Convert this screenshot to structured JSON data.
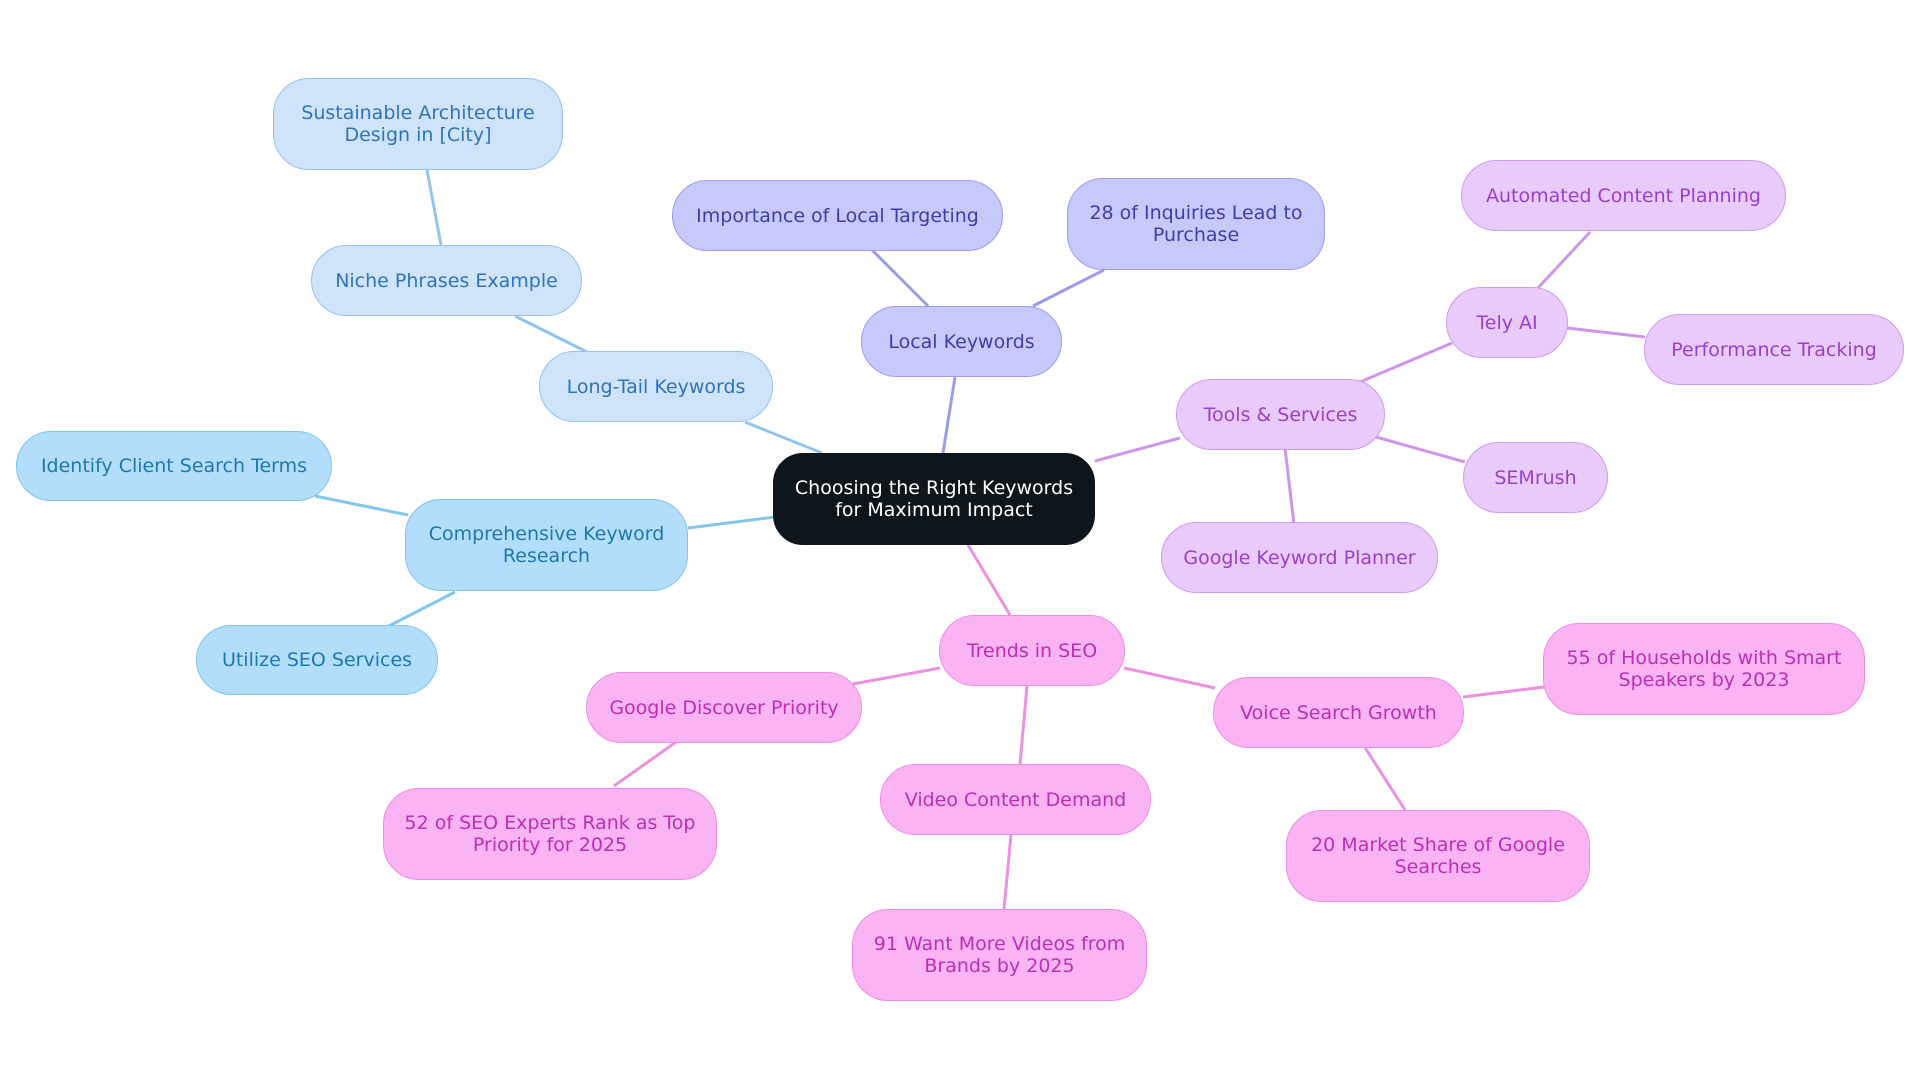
{
  "root": {
    "label": "Choosing the Right Keywords for Maximum Impact"
  },
  "branches": {
    "research": {
      "label": "Comprehensive Keyword Research",
      "children": [
        "Identify Client Search Terms",
        "Utilize SEO Services"
      ]
    },
    "longtail": {
      "label": "Long-Tail Keywords",
      "niche": "Niche Phrases Example",
      "example": "Sustainable Architecture Design in [City]"
    },
    "local": {
      "label": "Local Keywords",
      "children": [
        "Importance of Local Targeting",
        "28 of Inquiries Lead to Purchase"
      ]
    },
    "tools": {
      "label": "Tools & Services",
      "tely": "Tely AI",
      "tely_children": [
        "Automated Content Planning",
        "Performance Tracking"
      ],
      "children": [
        "SEMrush",
        "Google Keyword Planner"
      ]
    },
    "trends": {
      "label": "Trends in SEO",
      "discover": "Google Discover Priority",
      "discover_stat": "52 of SEO Experts Rank as Top Priority for 2025",
      "video": "Video Content Demand",
      "video_stat": "91 Want More Videos from Brands by 2025",
      "voice": "Voice Search Growth",
      "voice_stats": [
        "55 of Households with Smart Speakers by 2023",
        "20 Market Share of Google Searches"
      ]
    }
  },
  "colors": {
    "root": "#0e151b",
    "research": "#b3defb",
    "longtail": "#cfe4fb",
    "local": "#c7c9fb",
    "tools": "#e9cbfb",
    "trends": "#fbb4f3"
  }
}
